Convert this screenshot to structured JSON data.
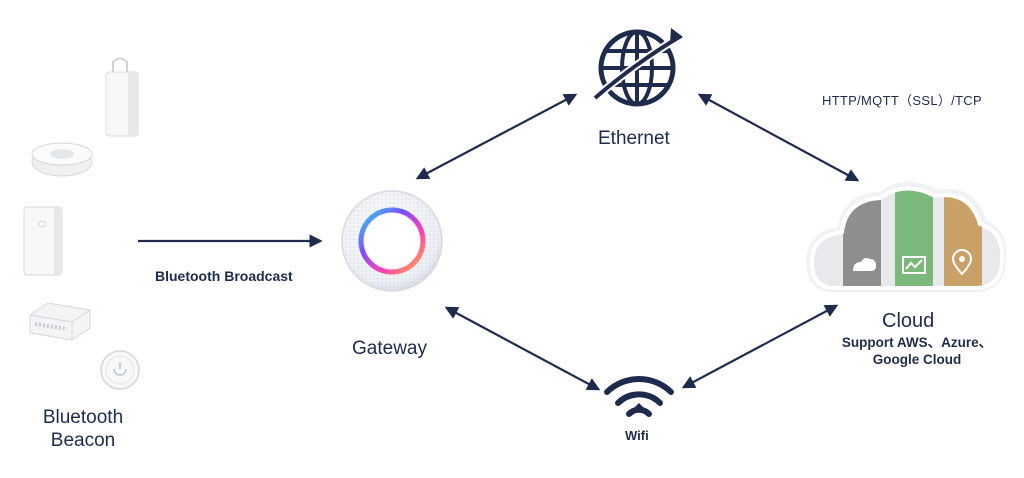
{
  "labels": {
    "ethernet": "Ethernet",
    "protocol": "HTTP/MQTT（SSL）/TCP",
    "broadcast": "Bluetooth Broadcast",
    "gateway": "Gateway",
    "wifi": "Wifi",
    "cloud": "Cloud",
    "cloud_support": "Support AWS、Azure、Google Cloud",
    "beacon": "Bluetooth Beacon"
  },
  "icons": {
    "ethernet": "globe-network-icon",
    "wifi": "wifi-icon",
    "cloud": "cloud-services-icon",
    "gateway": "gateway-device",
    "beacons": "bluetooth-beacon-devices"
  },
  "colors": {
    "navy": "#1f2b4d",
    "cloud_gray": "#8e8e8e",
    "cloud_green": "#7bb87c",
    "cloud_gold": "#c8a068"
  }
}
